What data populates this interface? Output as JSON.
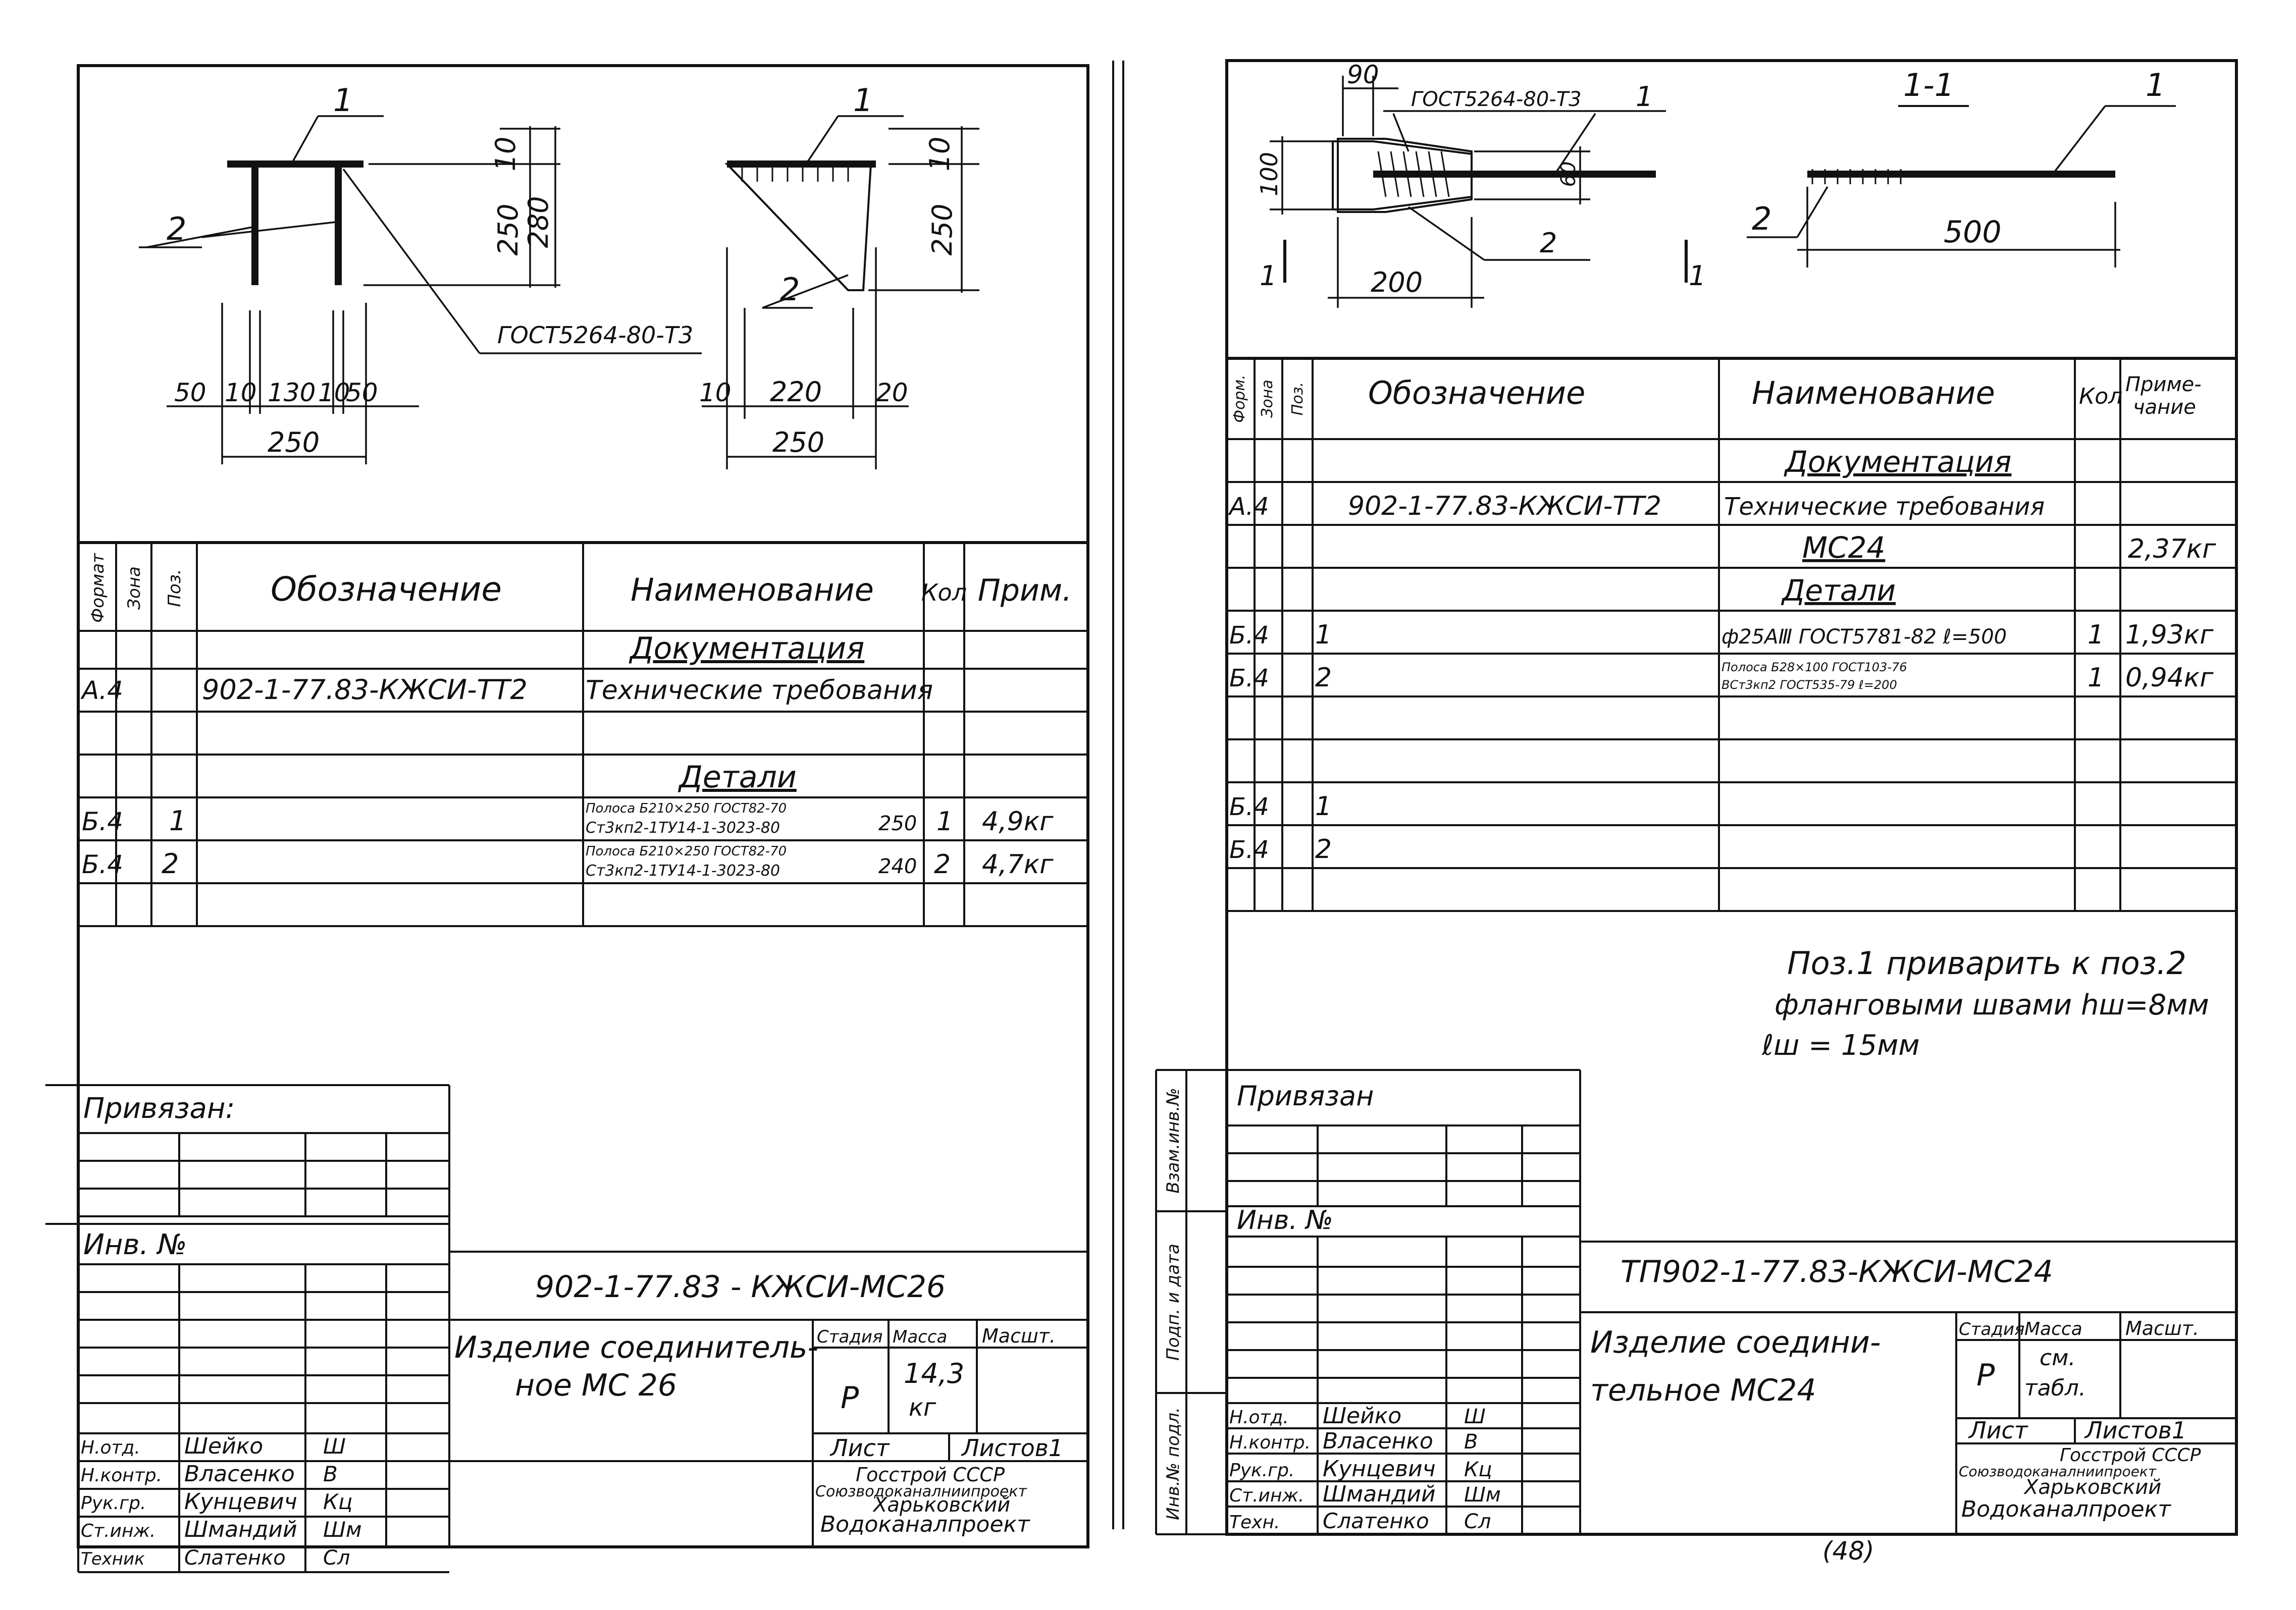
{
  "left": {
    "drawing": {
      "callout_1": "1",
      "callout_2": "2",
      "callout_1_side": "1",
      "callout_2_side": "2",
      "gost_weld": "ГОСТ5264-80-Т3",
      "dims": {
        "d10": "10",
        "d250": "250",
        "d280": "280",
        "b50a": "50",
        "b10a": "10",
        "b130": "130",
        "b10b": "10",
        "b50b": "50",
        "b250": "250",
        "s10": "10",
        "s250": "250",
        "sb10": "10",
        "sb220": "220",
        "sb20": "20",
        "sb250": "250"
      }
    },
    "spec": {
      "headers": {
        "format": "Формат",
        "zone": "Зона",
        "pos": "Поз.",
        "designation": "Обозначение",
        "name": "Наименование",
        "qty": "Кол",
        "note": "Прим."
      },
      "section_docs": "Документация",
      "doc_format": "А.4",
      "doc_designation": "902-1-77.83-КЖСИ-ТТ2",
      "doc_name": "Технические требования",
      "section_parts": "Детали",
      "rows": [
        {
          "format": "Б.4",
          "pos": "1",
          "name_line1": "Полоса Б210×250 ГОСТ82-70",
          "name_line2": "Ст3кп2-1ТУ14-1-3023-80",
          "len": "250",
          "qty": "1",
          "note": "4,9кг"
        },
        {
          "format": "Б.4",
          "pos": "2",
          "name_line1": "Полоса Б210×250 ГОСТ82-70",
          "name_line2": "Ст3кп2-1ТУ14-1-3023-80",
          "len": "240",
          "qty": "2",
          "note": "4,7кг"
        }
      ]
    },
    "title": {
      "privyazan": "Привязан:",
      "inv_no": "Инв. №",
      "code": "902-1-77.83 - КЖСИ-МС26",
      "name_line1": "Изделие соединитель-",
      "name_line2": "ное МС 26",
      "hdr_stage": "Стадия",
      "hdr_mass": "Масса",
      "hdr_scale": "Масшт.",
      "stage": "Р",
      "mass": "14,3",
      "mass_unit": "кг",
      "sheet": "Лист",
      "sheets": "Листов1",
      "org_line1": "Госстрой СССР",
      "org_line2": "Союзводоканалниипроект",
      "org_line3": "Харьковский",
      "org_line4": "Водоканалпроект",
      "signers": [
        {
          "role": "Н.отд.",
          "name": "Шейко",
          "sign": "Ш"
        },
        {
          "role": "Н.контр.",
          "name": "Власенко",
          "sign": "В"
        },
        {
          "role": "Рук.гр.",
          "name": "Кунцевич",
          "sign": "Кц"
        },
        {
          "role": "Ст.инж.",
          "name": "Шмандий",
          "sign": "Шм"
        },
        {
          "role": "Техник",
          "name": "Слатенко",
          "sign": "Сл"
        }
      ]
    }
  },
  "right": {
    "drawing": {
      "d90": "90",
      "gost_weld": "ГОСТ5264-80-Т3",
      "callout_1": "1",
      "d100": "100",
      "d60": "60",
      "callout_2": "2",
      "d200": "200",
      "cut_a": "1",
      "cut_b": "1",
      "section_label": "1-1",
      "sec_callout_1": "1",
      "sec_callout_2": "2",
      "d500": "500"
    },
    "spec": {
      "headers": {
        "format": "Форм.",
        "zone": "Зона",
        "pos": "Поз.",
        "designation": "Обозначение",
        "name": "Наименование",
        "qty": "Кол",
        "note_line1": "Приме-",
        "note_line2": "чание"
      },
      "section_docs": "Документация",
      "doc_format": "А.4",
      "doc_designation": "902-1-77.83-КЖСИ-ТТ2",
      "doc_name": "Технические требования",
      "assembly": "МС24",
      "assembly_note": "2,37кг",
      "section_parts": "Детали",
      "row1": {
        "format": "Б.4",
        "pos": "1",
        "name": "ф25АⅢ ГОСТ5781-82 ℓ=500",
        "qty": "1",
        "note": "1,93кг"
      },
      "row2": {
        "format": "Б.4",
        "pos": "2",
        "name_line1": "Полоса Б28×100 ГОСТ103-76",
        "name_line2": "ВСт3кп2 ГОСТ535-79 ℓ=200",
        "qty": "1",
        "note": "0,94кг"
      },
      "row3": {
        "format": "Б.4",
        "pos": "1"
      },
      "row4": {
        "format": "Б.4",
        "pos": "2"
      }
    },
    "notes": {
      "line1": "Поз.1 приварить к поз.2",
      "line2": "фланговыми швами hш=8мм",
      "line3": "ℓш = 15мм"
    },
    "side_stamps": {
      "s1": "Взам.инв.№",
      "s2": "Подп. и дата",
      "s3": "Инв.№ подл."
    },
    "title": {
      "privyazan": "Привязан",
      "inv_no": "Инв. №",
      "code": "ТП902-1-77.83-КЖСИ-МС24",
      "name_line1": "Изделие соедини-",
      "name_line2": "тельное МС24",
      "hdr_stage": "Стадия",
      "hdr_mass": "Масса",
      "hdr_scale": "Масшт.",
      "stage": "Р",
      "mass_line1": "см.",
      "mass_line2": "табл.",
      "sheet": "Лист",
      "sheets": "Листов1",
      "org_line1": "Госстрой СССР",
      "org_line2": "Союзводоканалниипроект",
      "org_line3": "Харьковский",
      "org_line4": "Водоканалпроект",
      "signers": [
        {
          "role": "Н.отд.",
          "name": "Шейко",
          "sign": "Ш"
        },
        {
          "role": "Н.контр.",
          "name": "Власенко",
          "sign": "В"
        },
        {
          "role": "Рук.гр.",
          "name": "Кунцевич",
          "sign": "Кц"
        },
        {
          "role": "Ст.инж.",
          "name": "Шмандий",
          "sign": "Шм"
        },
        {
          "role": "Техн.",
          "name": "Слатенко",
          "sign": "Сл"
        }
      ]
    },
    "page_number": "(48)"
  }
}
